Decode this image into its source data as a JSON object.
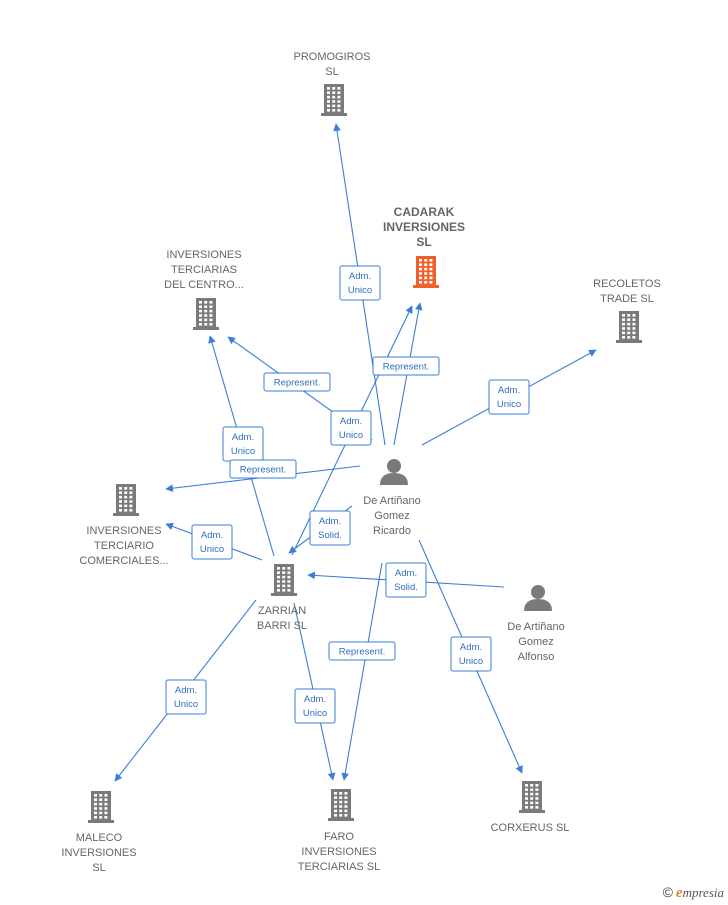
{
  "colors": {
    "edge": "#3a7fd5",
    "company": "#7a7a7a",
    "focus": "#f0602a",
    "person": "#7a7a7a",
    "label": "#666666"
  },
  "nodes": [
    {
      "id": "promogiros",
      "kind": "company",
      "lines": [
        "PROMOGIROS",
        "SL"
      ]
    },
    {
      "id": "cadarak",
      "kind": "focus",
      "lines": [
        "CADARAK",
        "INVERSIONES",
        "SL"
      ]
    },
    {
      "id": "recoletos",
      "kind": "company",
      "lines": [
        "RECOLETOS",
        "TRADE  SL"
      ]
    },
    {
      "id": "terciarias_centro",
      "kind": "company",
      "lines": [
        "INVERSIONES",
        "TERCIARIAS",
        "DEL CENTRO..."
      ]
    },
    {
      "id": "terciario_comerciales",
      "kind": "company",
      "lines": [
        "INVERSIONES",
        "TERCIARIO",
        "COMERCIALES..."
      ]
    },
    {
      "id": "ricardo",
      "kind": "person",
      "lines": [
        "De Artiñano",
        "Gomez",
        "Ricardo"
      ]
    },
    {
      "id": "zarrian",
      "kind": "company",
      "lines": [
        "ZARRIAN",
        "BARRI  SL"
      ]
    },
    {
      "id": "alfonso",
      "kind": "person",
      "lines": [
        "De Artiñano",
        "Gomez",
        "Alfonso"
      ]
    },
    {
      "id": "maleco",
      "kind": "company",
      "lines": [
        "MALECO",
        "INVERSIONES",
        "SL"
      ]
    },
    {
      "id": "faro",
      "kind": "company",
      "lines": [
        "FARO",
        "INVERSIONES",
        "TERCIARIAS  SL"
      ]
    },
    {
      "id": "corxerus",
      "kind": "company",
      "lines": [
        "CORXERUS  SL"
      ]
    }
  ],
  "edges": [
    {
      "from": "ricardo",
      "to": "promogiros",
      "badge": [
        "Adm.",
        "Unico"
      ]
    },
    {
      "from": "ricardo",
      "to": "cadarak",
      "badge": [
        "Represent."
      ]
    },
    {
      "from": "zarrian",
      "to": "cadarak",
      "badge": [
        "Adm.",
        "Unico"
      ]
    },
    {
      "from": "ricardo",
      "to": "recoletos",
      "badge": [
        "Adm.",
        "Unico"
      ]
    },
    {
      "from": "ricardo",
      "to": "terciarias_centro",
      "badge": [
        "Represent."
      ]
    },
    {
      "from": "zarrian",
      "to": "terciarias_centro",
      "badge": [
        "Adm.",
        "Unico"
      ]
    },
    {
      "from": "ricardo",
      "to": "terciario_comerciales",
      "badge": [
        "Represent."
      ]
    },
    {
      "from": "zarrian",
      "to": "terciario_comerciales",
      "badge": [
        "Adm.",
        "Unico"
      ]
    },
    {
      "from": "ricardo",
      "to": "zarrian",
      "badge": [
        "Adm.",
        "Solid."
      ]
    },
    {
      "from": "alfonso",
      "to": "zarrian",
      "badge": [
        "Adm.",
        "Solid."
      ]
    },
    {
      "from": "zarrian",
      "to": "maleco",
      "badge": [
        "Adm.",
        "Unico"
      ]
    },
    {
      "from": "zarrian",
      "to": "faro",
      "badge": [
        "Adm.",
        "Unico"
      ]
    },
    {
      "from": "ricardo",
      "to": "faro",
      "badge": [
        "Represent."
      ]
    },
    {
      "from": "ricardo",
      "to": "corxerus",
      "badge": [
        "Adm.",
        "Unico"
      ]
    }
  ],
  "footer": {
    "copyright": "©",
    "brand_initial": "e",
    "brand_rest": "mpresia"
  }
}
